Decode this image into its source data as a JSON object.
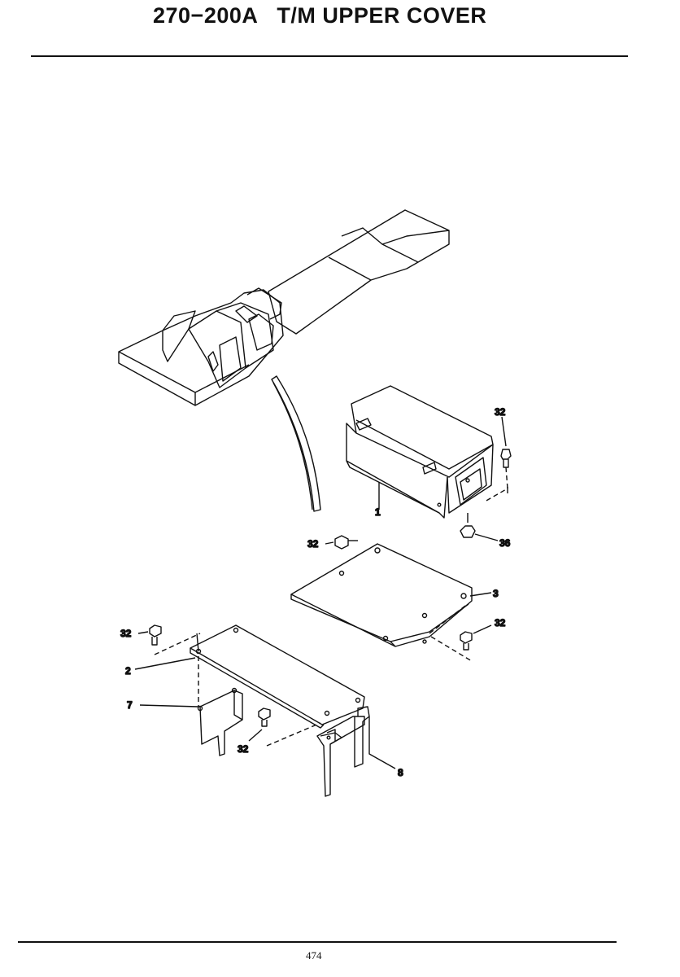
{
  "header": {
    "title": "270−200A   T/M UPPER COVER"
  },
  "footer": {
    "page_number": "474"
  },
  "callouts": {
    "c1": "1",
    "c2": "2",
    "c3": "3",
    "c7": "7",
    "c8": "8",
    "c32a": "32",
    "c32b": "32",
    "c32c": "32",
    "c32d": "32",
    "c32e": "32",
    "c36": "36"
  }
}
